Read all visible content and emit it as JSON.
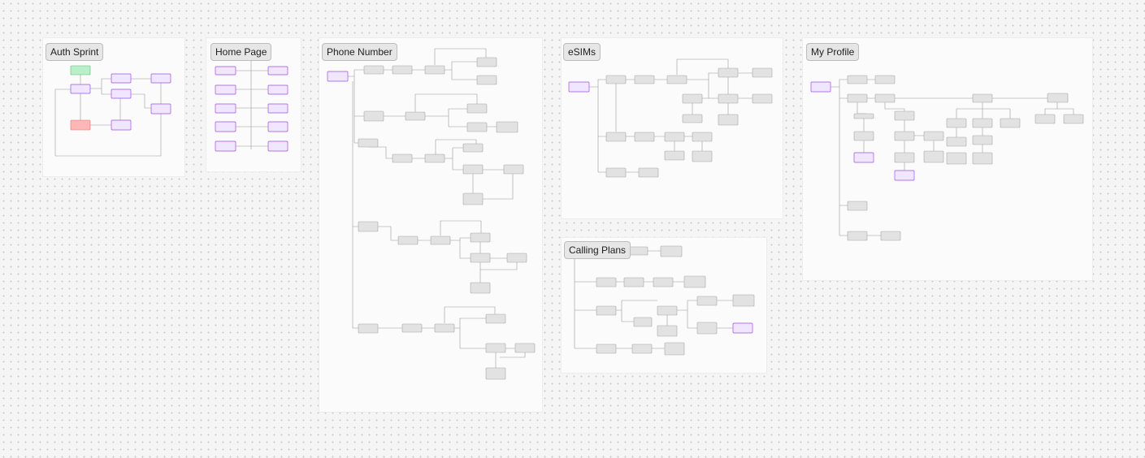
{
  "boards": {
    "auth": {
      "title": "Auth Sprint"
    },
    "home": {
      "title": "Home Page"
    },
    "phone": {
      "title": "Phone Number"
    },
    "esims": {
      "title": "eSIMs"
    },
    "calling": {
      "title": "Calling Plans"
    },
    "profile": {
      "title": "My Profile"
    }
  },
  "colors": {
    "canvas": "#f5f5f5",
    "board": "#fbfbfb",
    "node_default": "#e2e2e2",
    "node_purple": "#f1e6ff",
    "node_purple_border": "#9b51e0",
    "node_green": "#b8f0c7",
    "node_red": "#ffb6b6",
    "edge": "#9a9a9a"
  }
}
